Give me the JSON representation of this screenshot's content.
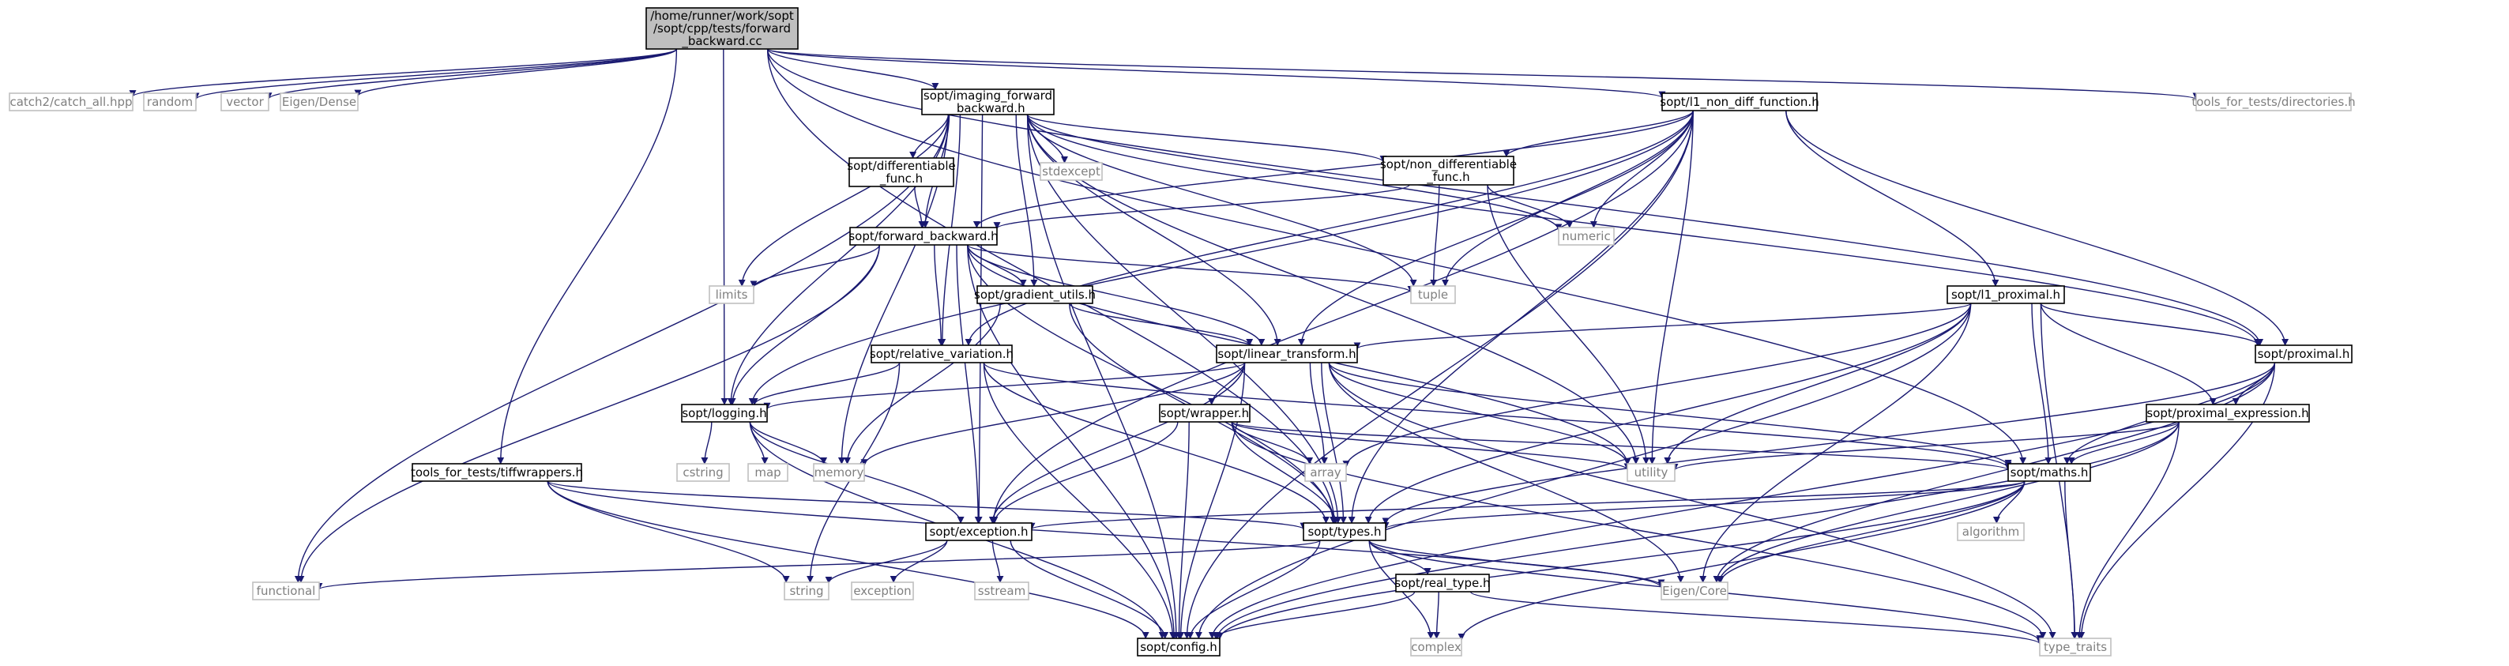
{
  "graph": {
    "colors": {
      "edge": "#191970",
      "root_fill": "#bfbfbf",
      "internal_border": "#000000",
      "external_border": "#bfbfbf",
      "external_text": "#7f7f7f"
    },
    "nodes": [
      {
        "id": "root",
        "kind": "root",
        "lines": [
          "/home/runner/work/sopt",
          "/sopt/cpp/tests/forward",
          "_backward.cc"
        ]
      },
      {
        "id": "catch2",
        "kind": "external",
        "lines": [
          "catch2/catch_all.hpp"
        ]
      },
      {
        "id": "random",
        "kind": "external",
        "lines": [
          "random"
        ]
      },
      {
        "id": "vector",
        "kind": "external",
        "lines": [
          "vector"
        ]
      },
      {
        "id": "eigen_dense",
        "kind": "external",
        "lines": [
          "Eigen/Dense"
        ]
      },
      {
        "id": "imaging_fb",
        "kind": "internal",
        "lines": [
          "sopt/imaging_forward",
          "_backward.h"
        ]
      },
      {
        "id": "l1_ndf",
        "kind": "internal",
        "lines": [
          "sopt/l1_non_diff_function.h"
        ]
      },
      {
        "id": "dirs",
        "kind": "external",
        "lines": [
          "tools_for_tests/directories.h"
        ]
      },
      {
        "id": "diff_func",
        "kind": "internal",
        "lines": [
          "sopt/differentiable",
          "_func.h"
        ]
      },
      {
        "id": "stdexcept",
        "kind": "external",
        "lines": [
          "stdexcept"
        ]
      },
      {
        "id": "nondiff",
        "kind": "internal",
        "lines": [
          "sopt/non_differentiable",
          "_func.h"
        ]
      },
      {
        "id": "numeric",
        "kind": "external",
        "lines": [
          "numeric"
        ]
      },
      {
        "id": "fb",
        "kind": "internal",
        "lines": [
          "sopt/forward_backward.h"
        ]
      },
      {
        "id": "limits",
        "kind": "external",
        "lines": [
          "limits"
        ]
      },
      {
        "id": "tuple",
        "kind": "external",
        "lines": [
          "tuple"
        ]
      },
      {
        "id": "gradient",
        "kind": "internal",
        "lines": [
          "sopt/gradient_utils.h"
        ]
      },
      {
        "id": "l1_prox",
        "kind": "internal",
        "lines": [
          "sopt/l1_proximal.h"
        ]
      },
      {
        "id": "rel_var",
        "kind": "internal",
        "lines": [
          "sopt/relative_variation.h"
        ]
      },
      {
        "id": "lin_trans",
        "kind": "internal",
        "lines": [
          "sopt/linear_transform.h"
        ]
      },
      {
        "id": "proximal",
        "kind": "internal",
        "lines": [
          "sopt/proximal.h"
        ]
      },
      {
        "id": "logging",
        "kind": "internal",
        "lines": [
          "sopt/logging.h"
        ]
      },
      {
        "id": "wrapper",
        "kind": "internal",
        "lines": [
          "sopt/wrapper.h"
        ]
      },
      {
        "id": "prox_expr",
        "kind": "internal",
        "lines": [
          "sopt/proximal_expression.h"
        ]
      },
      {
        "id": "cstring",
        "kind": "external",
        "lines": [
          "cstring"
        ]
      },
      {
        "id": "map",
        "kind": "external",
        "lines": [
          "map"
        ]
      },
      {
        "id": "memory",
        "kind": "external",
        "lines": [
          "memory"
        ]
      },
      {
        "id": "array",
        "kind": "external",
        "lines": [
          "array"
        ]
      },
      {
        "id": "utility",
        "kind": "external",
        "lines": [
          "utility"
        ]
      },
      {
        "id": "maths",
        "kind": "internal",
        "lines": [
          "sopt/maths.h"
        ]
      },
      {
        "id": "tiff",
        "kind": "internal",
        "lines": [
          "tools_for_tests/tiffwrappers.h"
        ]
      },
      {
        "id": "exception_h",
        "kind": "internal",
        "lines": [
          "sopt/exception.h"
        ]
      },
      {
        "id": "types",
        "kind": "internal",
        "lines": [
          "sopt/types.h"
        ]
      },
      {
        "id": "algorithm",
        "kind": "external",
        "lines": [
          "algorithm"
        ]
      },
      {
        "id": "functional",
        "kind": "external",
        "lines": [
          "functional"
        ]
      },
      {
        "id": "string",
        "kind": "external",
        "lines": [
          "string"
        ]
      },
      {
        "id": "exception",
        "kind": "external",
        "lines": [
          "exception"
        ]
      },
      {
        "id": "sstream",
        "kind": "external",
        "lines": [
          "sstream"
        ]
      },
      {
        "id": "eigen_core",
        "kind": "external",
        "lines": [
          "Eigen/Core"
        ]
      },
      {
        "id": "real_type",
        "kind": "internal",
        "lines": [
          "sopt/real_type.h"
        ]
      },
      {
        "id": "config",
        "kind": "internal",
        "lines": [
          "sopt/config.h"
        ]
      },
      {
        "id": "complex",
        "kind": "external",
        "lines": [
          "complex"
        ]
      },
      {
        "id": "type_traits",
        "kind": "external",
        "lines": [
          "type_traits"
        ]
      }
    ],
    "edges": [
      [
        "root",
        "catch2"
      ],
      [
        "root",
        "random"
      ],
      [
        "root",
        "vector"
      ],
      [
        "root",
        "eigen_dense"
      ],
      [
        "root",
        "imaging_fb"
      ],
      [
        "root",
        "l1_ndf"
      ],
      [
        "root",
        "dirs"
      ],
      [
        "root",
        "logging"
      ],
      [
        "root",
        "tiff"
      ],
      [
        "root",
        "types"
      ],
      [
        "root",
        "maths"
      ],
      [
        "root",
        "proximal"
      ],
      [
        "imaging_fb",
        "diff_func"
      ],
      [
        "imaging_fb",
        "stdexcept"
      ],
      [
        "imaging_fb",
        "nondiff"
      ],
      [
        "imaging_fb",
        "numeric"
      ],
      [
        "imaging_fb",
        "fb"
      ],
      [
        "imaging_fb",
        "limits"
      ],
      [
        "imaging_fb",
        "tuple"
      ],
      [
        "imaging_fb",
        "gradient"
      ],
      [
        "imaging_fb",
        "rel_var"
      ],
      [
        "imaging_fb",
        "lin_trans"
      ],
      [
        "imaging_fb",
        "logging"
      ],
      [
        "imaging_fb",
        "memory"
      ],
      [
        "imaging_fb",
        "utility"
      ],
      [
        "imaging_fb",
        "exception_h"
      ],
      [
        "imaging_fb",
        "types"
      ],
      [
        "imaging_fb",
        "functional"
      ],
      [
        "imaging_fb",
        "config"
      ],
      [
        "imaging_fb",
        "proximal"
      ],
      [
        "l1_ndf",
        "nondiff"
      ],
      [
        "l1_ndf",
        "numeric"
      ],
      [
        "l1_ndf",
        "fb"
      ],
      [
        "l1_ndf",
        "tuple"
      ],
      [
        "l1_ndf",
        "l1_prox"
      ],
      [
        "l1_ndf",
        "rel_var"
      ],
      [
        "l1_ndf",
        "lin_trans"
      ],
      [
        "l1_ndf",
        "proximal"
      ],
      [
        "l1_ndf",
        "logging"
      ],
      [
        "l1_ndf",
        "utility"
      ],
      [
        "l1_ndf",
        "exception_h"
      ],
      [
        "l1_ndf",
        "types"
      ],
      [
        "l1_ndf",
        "config"
      ],
      [
        "diff_func",
        "fb"
      ],
      [
        "nondiff",
        "fb"
      ],
      [
        "nondiff",
        "numeric"
      ],
      [
        "nondiff",
        "tuple"
      ],
      [
        "nondiff",
        "utility"
      ],
      [
        "fb",
        "limits"
      ],
      [
        "fb",
        "tuple"
      ],
      [
        "fb",
        "gradient"
      ],
      [
        "fb",
        "lin_trans"
      ],
      [
        "fb",
        "rel_var"
      ],
      [
        "fb",
        "logging"
      ],
      [
        "fb",
        "utility"
      ],
      [
        "fb",
        "exception_h"
      ],
      [
        "fb",
        "types"
      ],
      [
        "fb",
        "functional"
      ],
      [
        "fb",
        "config"
      ],
      [
        "gradient",
        "lin_trans"
      ],
      [
        "gradient",
        "types"
      ],
      [
        "gradient",
        "memory"
      ],
      [
        "l1_prox",
        "lin_trans"
      ],
      [
        "l1_prox",
        "proximal"
      ],
      [
        "l1_prox",
        "prox_expr"
      ],
      [
        "l1_prox",
        "maths"
      ],
      [
        "l1_prox",
        "array"
      ],
      [
        "l1_prox",
        "utility"
      ],
      [
        "l1_prox",
        "types"
      ],
      [
        "l1_prox",
        "eigen_core"
      ],
      [
        "l1_prox",
        "config"
      ],
      [
        "l1_prox",
        "type_traits"
      ],
      [
        "rel_var",
        "logging"
      ],
      [
        "rel_var",
        "maths"
      ],
      [
        "rel_var",
        "types"
      ],
      [
        "rel_var",
        "string"
      ],
      [
        "rel_var",
        "config"
      ],
      [
        "lin_trans",
        "logging"
      ],
      [
        "lin_trans",
        "wrapper"
      ],
      [
        "lin_trans",
        "memory"
      ],
      [
        "lin_trans",
        "array"
      ],
      [
        "lin_trans",
        "utility"
      ],
      [
        "lin_trans",
        "maths"
      ],
      [
        "lin_trans",
        "types"
      ],
      [
        "lin_trans",
        "eigen_core"
      ],
      [
        "lin_trans",
        "config"
      ],
      [
        "lin_trans",
        "type_traits"
      ],
      [
        "lin_trans",
        "exception_h"
      ],
      [
        "proximal",
        "prox_expr"
      ],
      [
        "proximal",
        "maths"
      ],
      [
        "proximal",
        "types"
      ],
      [
        "proximal",
        "eigen_core"
      ],
      [
        "proximal",
        "config"
      ],
      [
        "proximal",
        "type_traits"
      ],
      [
        "logging",
        "cstring"
      ],
      [
        "logging",
        "map"
      ],
      [
        "logging",
        "memory"
      ],
      [
        "logging",
        "exception_h"
      ],
      [
        "logging",
        "config"
      ],
      [
        "wrapper",
        "array"
      ],
      [
        "wrapper",
        "utility"
      ],
      [
        "wrapper",
        "exception_h"
      ],
      [
        "wrapper",
        "types"
      ],
      [
        "wrapper",
        "config"
      ],
      [
        "wrapper",
        "type_traits"
      ],
      [
        "wrapper",
        "maths"
      ],
      [
        "prox_expr",
        "maths"
      ],
      [
        "prox_expr",
        "utility"
      ],
      [
        "prox_expr",
        "eigen_core"
      ],
      [
        "prox_expr",
        "config"
      ],
      [
        "prox_expr",
        "type_traits"
      ],
      [
        "maths",
        "algorithm"
      ],
      [
        "maths",
        "types"
      ],
      [
        "maths",
        "exception_h"
      ],
      [
        "maths",
        "eigen_core"
      ],
      [
        "maths",
        "config"
      ],
      [
        "maths",
        "complex"
      ],
      [
        "maths",
        "type_traits"
      ],
      [
        "tiff",
        "types"
      ],
      [
        "tiff",
        "string"
      ],
      [
        "tiff",
        "eigen_core"
      ],
      [
        "tiff",
        "config"
      ],
      [
        "exception_h",
        "string"
      ],
      [
        "exception_h",
        "exception"
      ],
      [
        "exception_h",
        "sstream"
      ],
      [
        "exception_h",
        "config"
      ],
      [
        "types",
        "functional"
      ],
      [
        "types",
        "eigen_core"
      ],
      [
        "types",
        "real_type"
      ],
      [
        "types",
        "config"
      ],
      [
        "types",
        "complex"
      ],
      [
        "types",
        "type_traits"
      ],
      [
        "real_type",
        "config"
      ],
      [
        "real_type",
        "complex"
      ],
      [
        "real_type",
        "type_traits"
      ]
    ]
  }
}
